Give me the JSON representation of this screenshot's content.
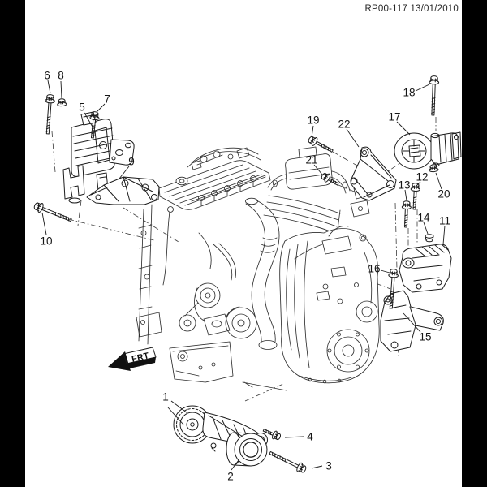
{
  "page": {
    "header": "RP00-117 13/01/2010",
    "background_color": "#ffffff",
    "letterbox_color": "#000000",
    "line_color": "#2e2e2e"
  },
  "direction_indicator": {
    "label": "FRT"
  },
  "callouts": [
    {
      "label": "1"
    },
    {
      "label": "2"
    },
    {
      "label": "3"
    },
    {
      "label": "4"
    },
    {
      "label": "5"
    },
    {
      "label": "6"
    },
    {
      "label": "7"
    },
    {
      "label": "8"
    },
    {
      "label": "9"
    },
    {
      "label": "10"
    },
    {
      "label": "11"
    },
    {
      "label": "12"
    },
    {
      "label": "13"
    },
    {
      "label": "14"
    },
    {
      "label": "15"
    },
    {
      "label": "16"
    },
    {
      "label": "17"
    },
    {
      "label": "18"
    },
    {
      "label": "19"
    },
    {
      "label": "20"
    },
    {
      "label": "21"
    },
    {
      "label": "22"
    }
  ]
}
